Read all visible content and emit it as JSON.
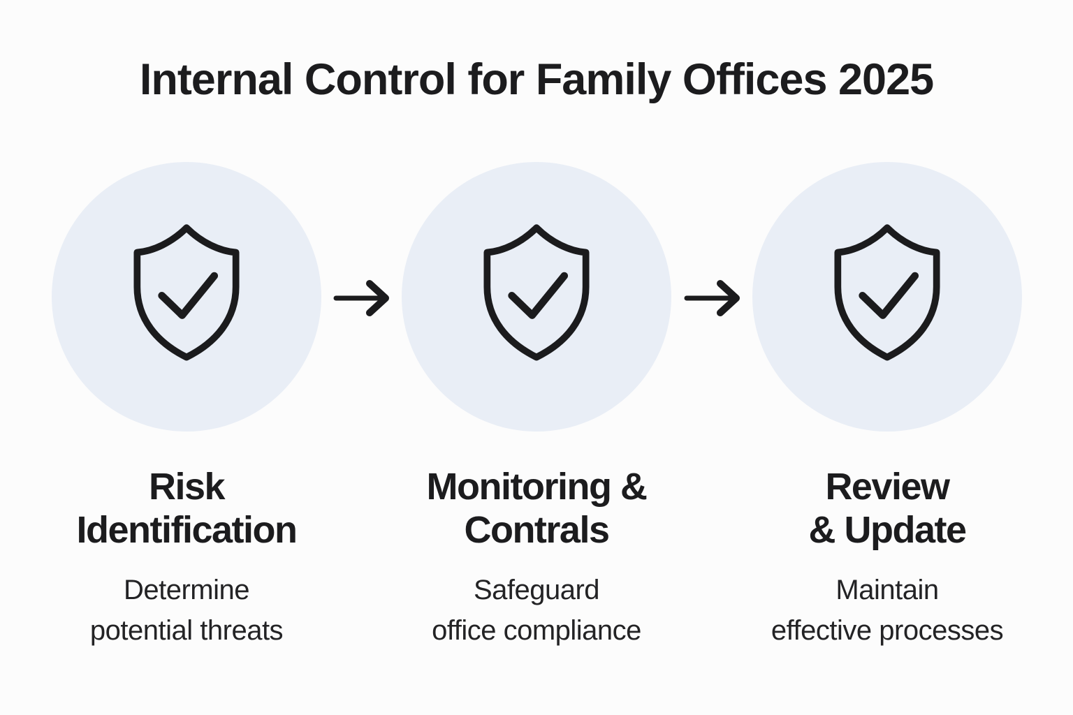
{
  "title": "Internal Control for Family Offices 2025",
  "colors": {
    "background": "#fcfcfc",
    "circle_fill": "#e9eef6",
    "icon_stroke": "#1b1b1d",
    "text_primary": "#1c1c1e",
    "text_secondary": "#232325"
  },
  "steps": [
    {
      "icon": "shield-check-icon",
      "title_line1": "Risk",
      "title_line2": "Identification",
      "desc_line1": "Determine",
      "desc_line2": "potential threats"
    },
    {
      "icon": "shield-check-icon",
      "title_line1": "Monitoring &",
      "title_line2": "Contrals",
      "desc_line1": "Safeguard",
      "desc_line2": "office compliance"
    },
    {
      "icon": "shield-check-icon",
      "title_line1": "Review",
      "title_line2": "& Update",
      "desc_line1": "Maintain",
      "desc_line2": "effective processes"
    }
  ],
  "connectors": [
    {
      "icon": "arrow-right-icon"
    },
    {
      "icon": "arrow-right-icon"
    }
  ]
}
